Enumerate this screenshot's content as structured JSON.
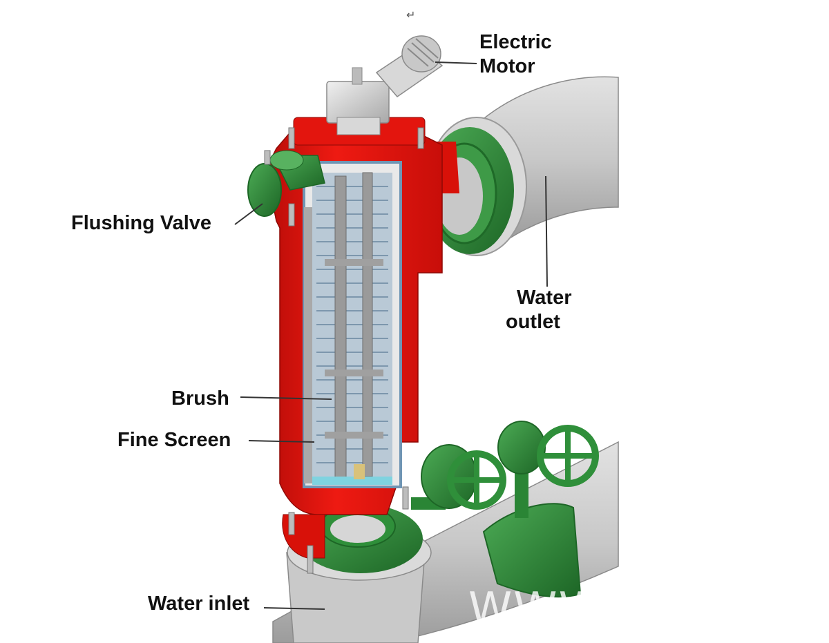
{
  "labels": {
    "electric_motor_line1": "Electric",
    "electric_motor_line2": "Motor",
    "flushing_valve": "Flushing Valve",
    "water_outlet_line1": "Water",
    "water_outlet_line2": "outlet",
    "brush": "Brush",
    "fine_screen": "Fine Screen",
    "water_inlet": "Water inlet"
  },
  "return_mark": "↵",
  "watermark": "WWW.",
  "colors": {
    "housing": "#e8120c",
    "housing_shadow": "#b00a06",
    "fittings": "#2f8f3a",
    "fittings_dark": "#1f6a28",
    "pipe": "#c6c6c6",
    "pipe_shadow": "#9a9a9a",
    "screen": "#6f95b4",
    "leader": "#333333"
  }
}
